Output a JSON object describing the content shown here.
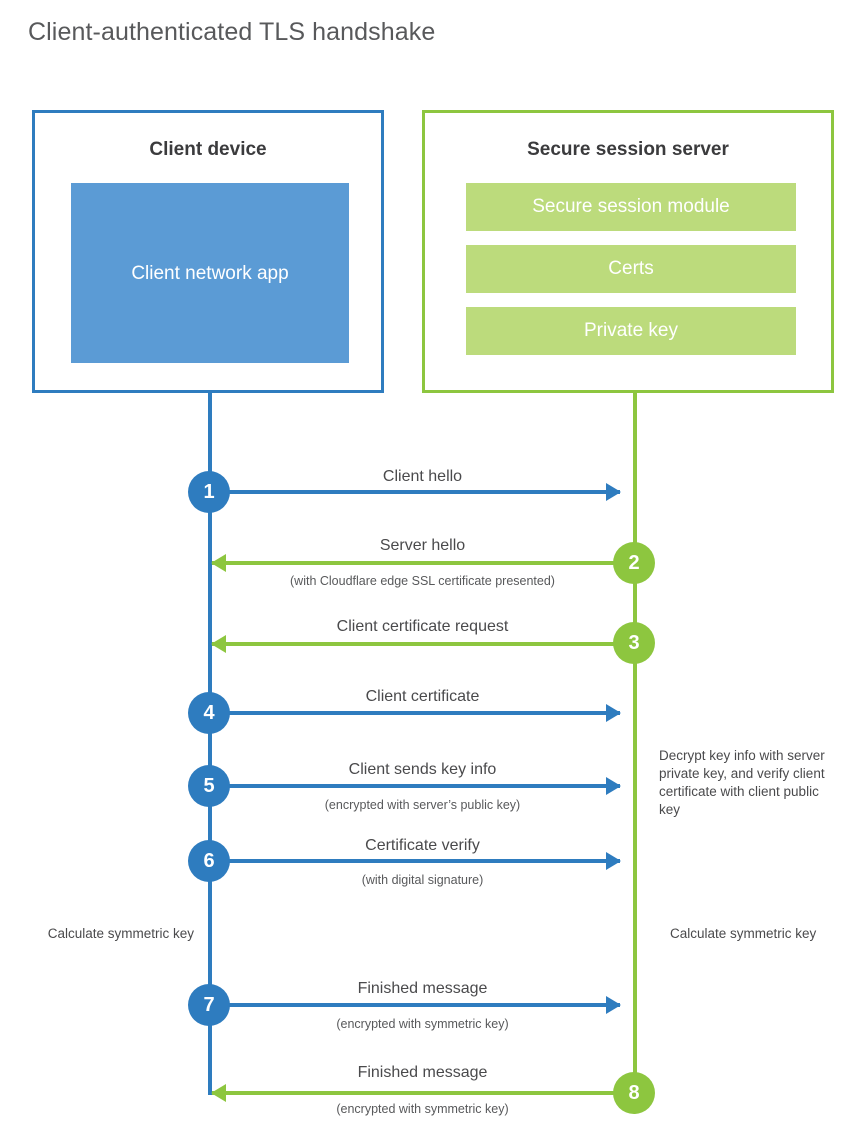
{
  "title": "Client-authenticated TLS handshake",
  "parties": {
    "client": {
      "title": "Client device",
      "app_label": "Client network app"
    },
    "server": {
      "title": "Secure session server",
      "modules": [
        "Secure session module",
        "Certs",
        "Private key"
      ]
    }
  },
  "steps": [
    {
      "number": "1",
      "direction": "client-to-server",
      "label": "Client hello",
      "sublabel": ""
    },
    {
      "number": "2",
      "direction": "server-to-client",
      "label": "Server hello",
      "sublabel": "(with Cloudflare edge SSL certificate presented)"
    },
    {
      "number": "3",
      "direction": "server-to-client",
      "label": "Client certificate request",
      "sublabel": ""
    },
    {
      "number": "4",
      "direction": "client-to-server",
      "label": "Client certificate",
      "sublabel": ""
    },
    {
      "number": "5",
      "direction": "client-to-server",
      "label": "Client sends key info",
      "sublabel": "(encrypted with server’s public key)"
    },
    {
      "number": "6",
      "direction": "client-to-server",
      "label": "Certificate verify",
      "sublabel": "(with digital signature)"
    },
    {
      "number": "7",
      "direction": "client-to-server",
      "label": "Finished message",
      "sublabel": "(encrypted with symmetric key)"
    },
    {
      "number": "8",
      "direction": "server-to-client",
      "label": "Finished message",
      "sublabel": "(encrypted with symmetric key)"
    }
  ],
  "annotations": {
    "server_decrypt": "Decrypt key info with server private key, and verify client certificate with client public key",
    "client_calculate": "Calculate symmetric key",
    "server_calculate": "Calculate symmetric key"
  },
  "colors": {
    "client_accent": "#2e7cbf",
    "server_accent": "#8dc63f",
    "client_app_fill": "#5b9bd5",
    "server_module_fill": "#bcdb7c",
    "title_text": "#58595b",
    "body_text": "#4a4a4c"
  }
}
